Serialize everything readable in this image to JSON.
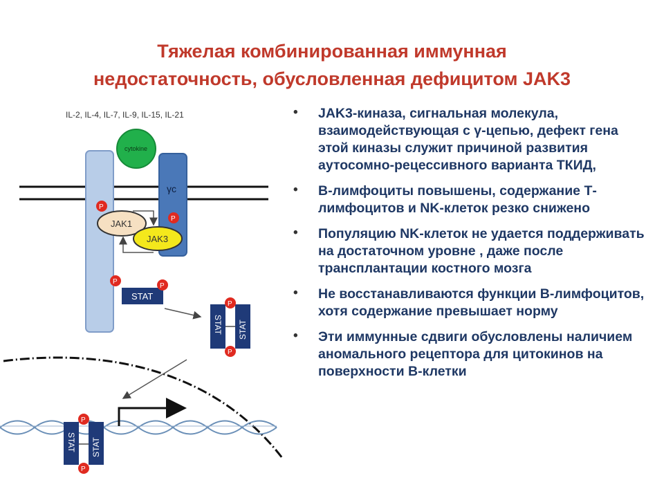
{
  "title": {
    "line1": "Тяжелая комбинированная иммунная",
    "line2": "недостаточность, обусловленная дефицитом JAK3"
  },
  "bullets": [
    "JAK3-киназа, сигнальная молекула, взаимодействующая с γ-цепью, дефект гена этой киназы служит причиной развития аутосомно-рецессивного варианта ТКИД,",
    "В-лимфоциты повышены, содержание Т-лимфоцитов и NK-клеток резко снижено",
    "Популяцию NK-клеток не удается поддерживать на достаточном уровне , даже после трансплантации костного мозга",
    "Не восстанавливаются функции В-лимфоцитов, хотя содержание превышает норму",
    "Эти иммунные сдвиги обусловлены наличием аномального рецептора для цитокинов на поверхности В-клетки"
  ],
  "bullet_glyph": "•",
  "diagram": {
    "cytokine_list": "IL-2, IL-4, IL-7, IL-9, IL-15, IL-21",
    "cytokine": "cytokine",
    "gamma_chain": "γc",
    "jak1": "JAK1",
    "jak3": "JAK3",
    "stat": "STAT",
    "phospho": "P",
    "colors": {
      "receptor_chain": "#b8cde8",
      "gamma_chain": "#4a78b8",
      "cytokine": "#21b04b",
      "jak1": "#f6e0c2",
      "jak3": "#f4e81c",
      "stat": "#1f3a78",
      "phospho": "#e02a20",
      "title": "#c0392b",
      "text": "#1f3864"
    }
  }
}
